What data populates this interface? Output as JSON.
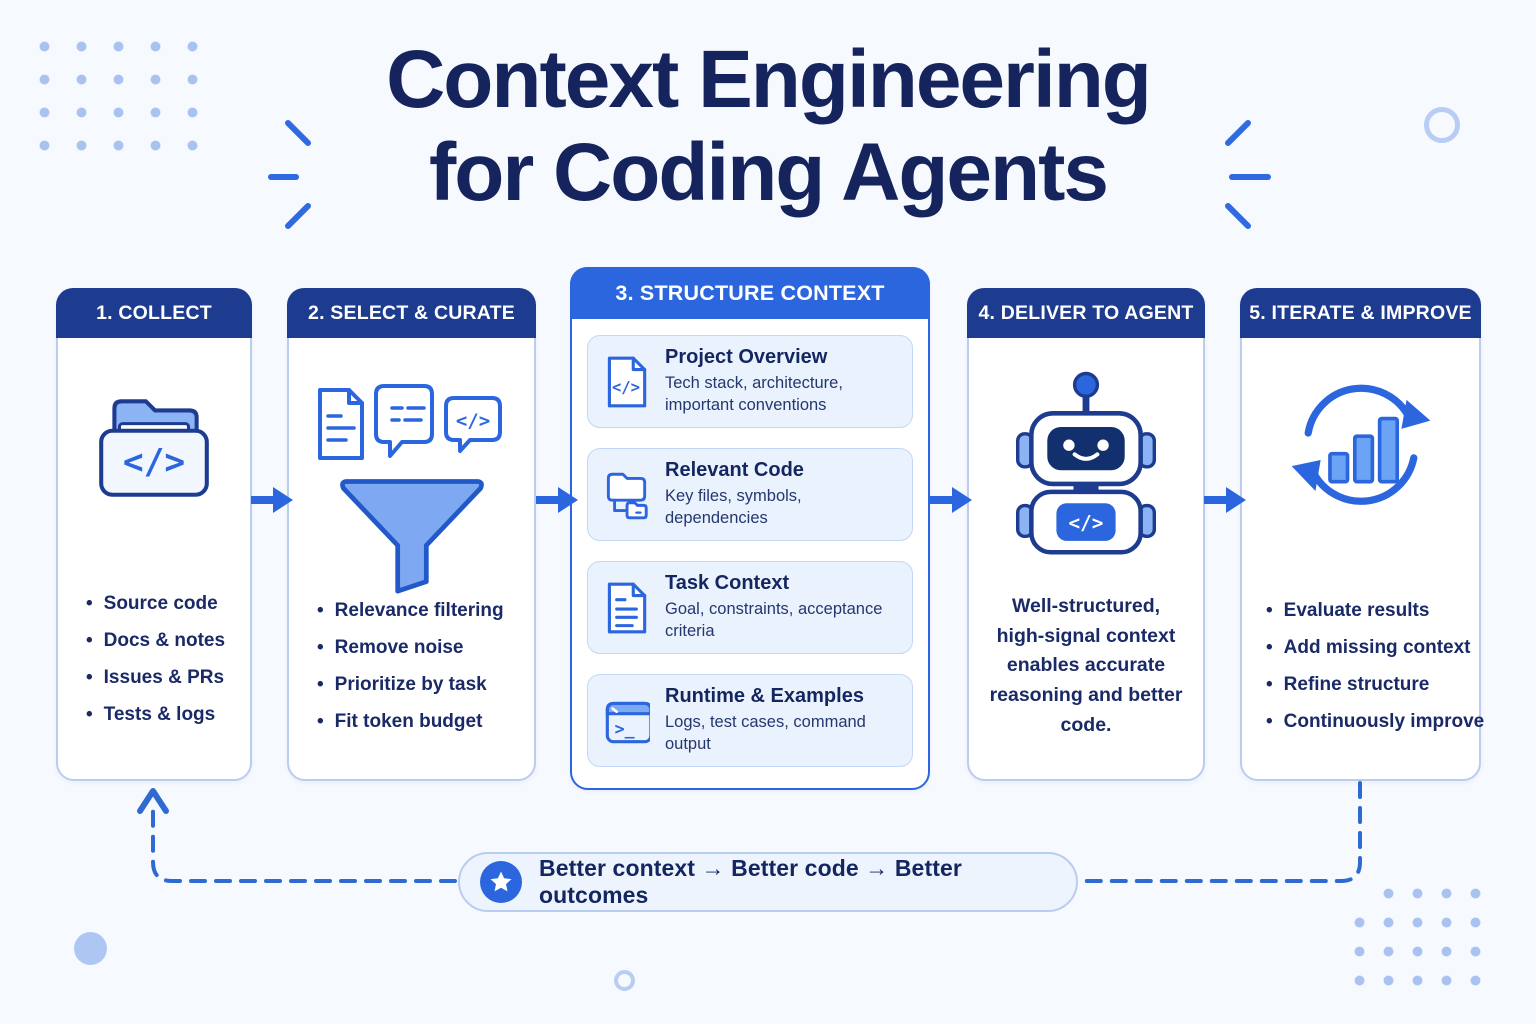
{
  "title": {
    "line1": "Context Engineering",
    "line2": "for Coding Agents"
  },
  "steps": [
    {
      "header": "1. COLLECT",
      "icon": "folder-code-icon",
      "bullets": [
        "Source code",
        "Docs & notes",
        "Issues & PRs",
        "Tests & logs"
      ]
    },
    {
      "header": "2. SELECT & CURATE",
      "icon": "filter-funnel-icon",
      "bullets": [
        "Relevance filtering",
        "Remove noise",
        "Prioritize by task",
        "Fit token budget"
      ]
    },
    {
      "header": "3. STRUCTURE CONTEXT",
      "cards": [
        {
          "icon": "code-file-icon",
          "title": "Project Overview",
          "desc": "Tech stack, architecture, important conventions"
        },
        {
          "icon": "folder-tree-icon",
          "title": "Relevant Code",
          "desc": "Key files, symbols, dependencies"
        },
        {
          "icon": "document-icon",
          "title": "Task Context",
          "desc": "Goal, constraints, acceptance criteria"
        },
        {
          "icon": "terminal-icon",
          "title": "Runtime & Examples",
          "desc": "Logs, test cases, command output"
        }
      ]
    },
    {
      "header": "4. DELIVER TO AGENT",
      "icon": "robot-icon",
      "text": "Well-structured, high-signal context enables accurate reasoning and better code."
    },
    {
      "header": "5. ITERATE & IMPROVE",
      "icon": "iterate-chart-icon",
      "bullets": [
        "Evaluate results",
        "Add missing context",
        "Refine structure",
        "Continuously improve"
      ]
    }
  ],
  "footer": {
    "icon": "star-icon",
    "text": "Better context → Better code → Better outcomes"
  },
  "colors": {
    "accent_blue": "#2b66de",
    "header_navy": "#1e3c8f",
    "text_navy": "#1a2a66",
    "title_navy": "#16245e",
    "light_blue_fill": "#8cb4f4",
    "mini_card_bg": "#eaf2fd",
    "card_border": "#b9cdf0",
    "page_bg": "#f6f9fe",
    "dashed_line": "#2e6ad1"
  }
}
